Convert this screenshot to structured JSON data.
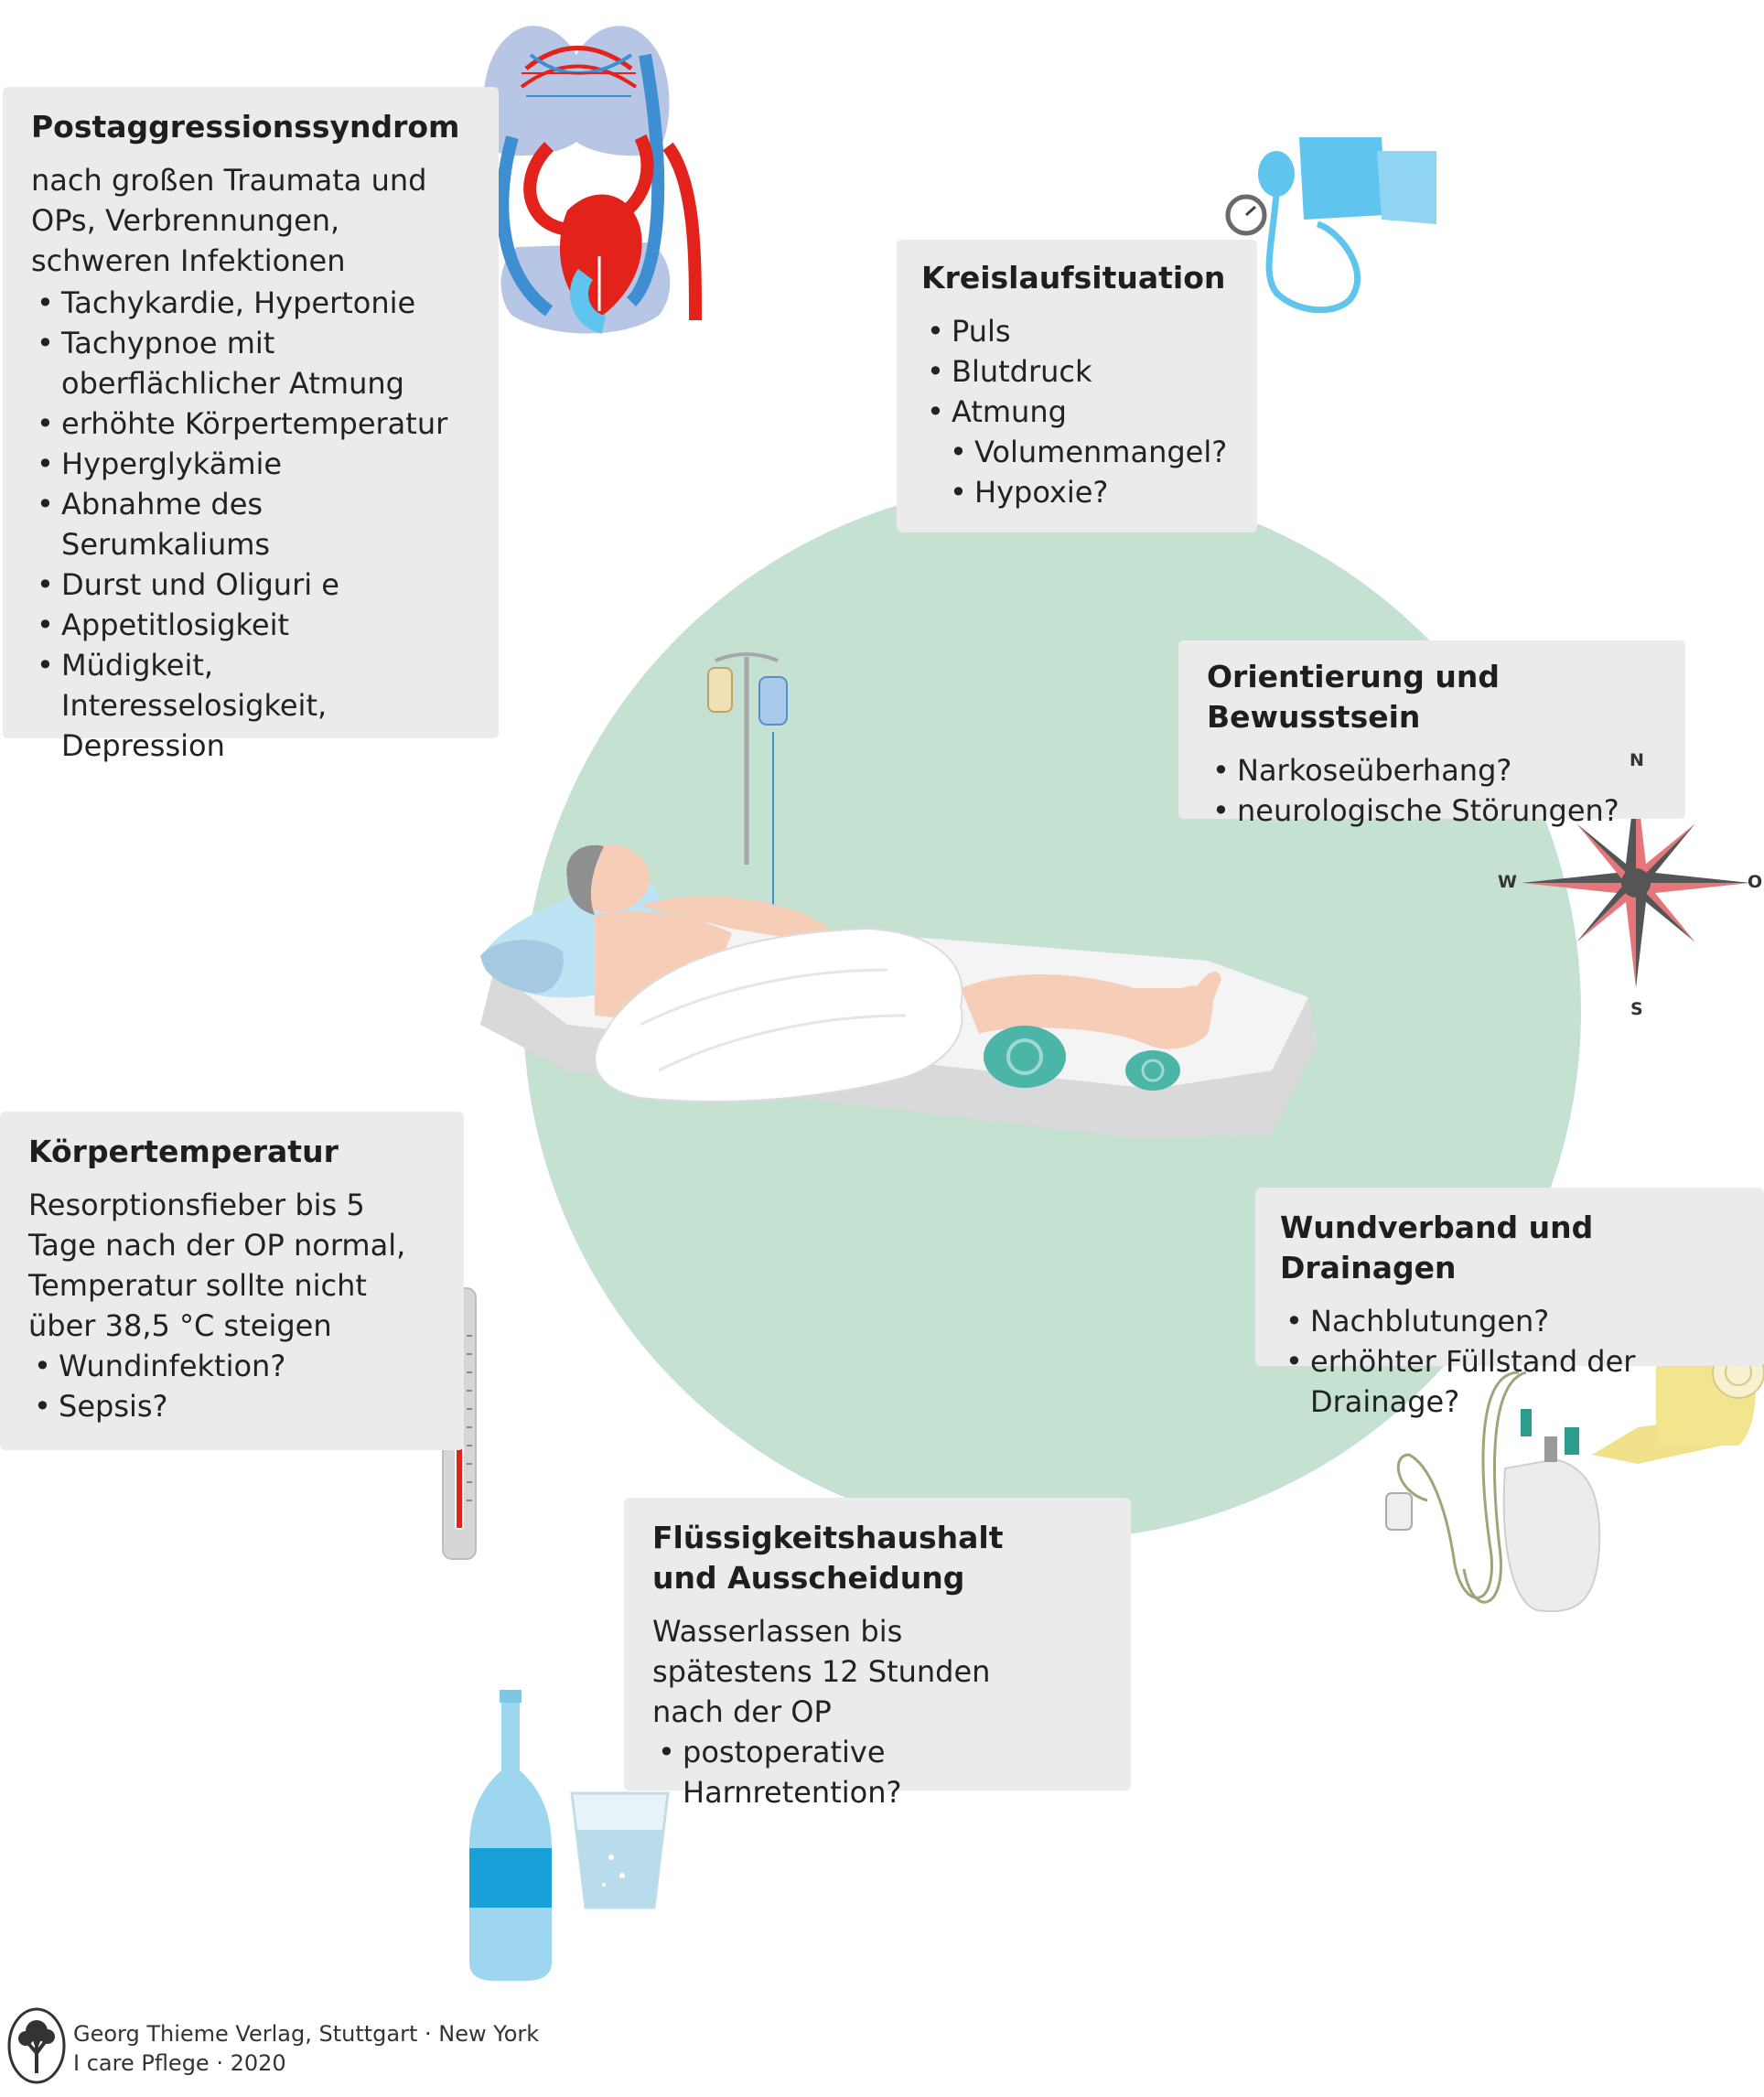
{
  "boxes": {
    "post": {
      "title": "Postaggressionssyndrom",
      "text": "nach großen Traumata und OPs, Verbrennungen, schweren Infektionen",
      "items": [
        "Tachykardie, Hypertonie",
        "Tachypnoe mit oberflächlicher Atmung",
        "erhöhte Körpertemperatur",
        "Hyperglykämie",
        "Abnahme des Serumkaliums",
        "Durst und Oliguri e",
        "Appetitlosigkeit",
        "Müdigkeit, Interesselosigkeit, Depression"
      ]
    },
    "kreis": {
      "title": "Kreislaufsituation",
      "items": [
        "Puls",
        "Blutdruck",
        "Atmung"
      ],
      "subitems": [
        "Volumenmangel?",
        "Hypoxie?"
      ]
    },
    "orient": {
      "title": "Orientierung und Bewusstsein",
      "items": [
        "Narkoseüberhang?",
        "neurologische Störungen?"
      ]
    },
    "temp": {
      "title": "Körpertemperatur",
      "text": "Resorptionsfieber bis 5 Tage nach der OP normal, Temperatur sollte nicht über 38,5 °C steigen",
      "items": [
        "Wundinfektion?",
        "Sepsis?"
      ]
    },
    "wund": {
      "title": "Wundverband und Drainagen",
      "items": [
        "Nachblutungen?",
        "erhöhter Füllstand der Drainage?"
      ]
    },
    "fluid": {
      "title": "Flüssigkeitshaushalt und Ausscheidung",
      "text": "Wasserlassen bis spätestens 12 Stunden nach der OP",
      "items": [
        "postoperative Harnretention?"
      ]
    }
  },
  "compass": {
    "n": "N",
    "s": "S",
    "w": "W",
    "o": "O"
  },
  "credit": {
    "line1": "Georg Thieme Verlag, Stuttgart · New York",
    "line2": "I care Pflege · 2020"
  },
  "colors": {
    "circle": "#c5e1d1",
    "box": "#ebebeb",
    "arterial": "#e3231b",
    "venous": "#3d8fd1",
    "light_blue": "#5fc5ee"
  }
}
